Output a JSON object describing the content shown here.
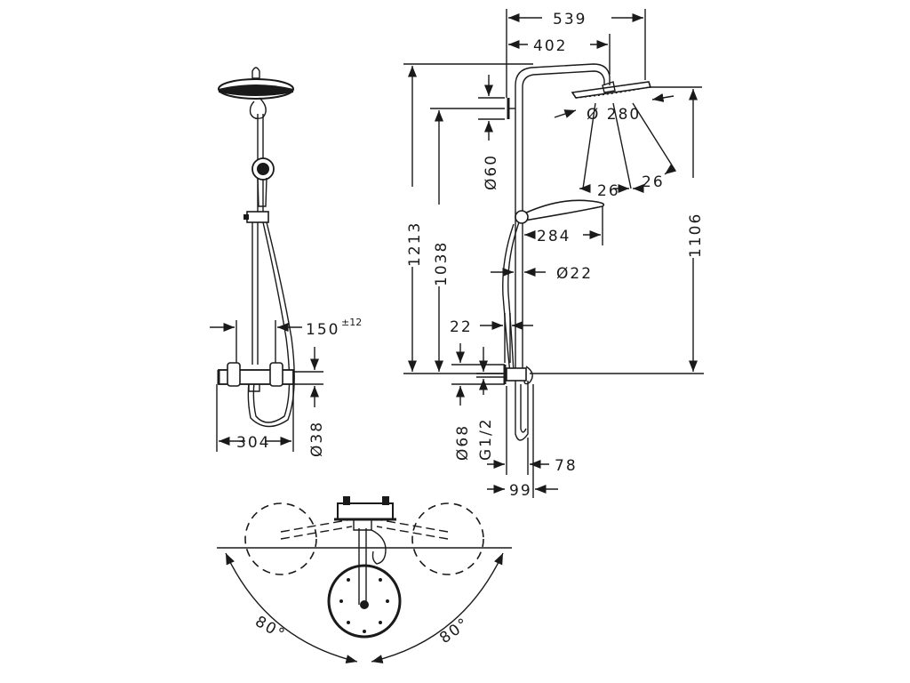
{
  "dimensions": {
    "d539": "539",
    "d402": "402",
    "d280": "Ø 280",
    "d60": "Ø60",
    "d1213": "1213",
    "d1038": "1038",
    "d26a": "26",
    "d26b": "26",
    "d284": "284",
    "d1106": "1106",
    "d22a": "Ø22",
    "d22b": "22",
    "d150": "150",
    "d150tol": "±12",
    "d304": "304",
    "d38": "Ø38",
    "d68": "Ø68",
    "g12": "G1/2",
    "d78": "78",
    "d99": "99",
    "angle_left": "80°",
    "angle_right": "80°"
  },
  "colors": {
    "line": "#1a1a1a",
    "background": "#ffffff"
  }
}
